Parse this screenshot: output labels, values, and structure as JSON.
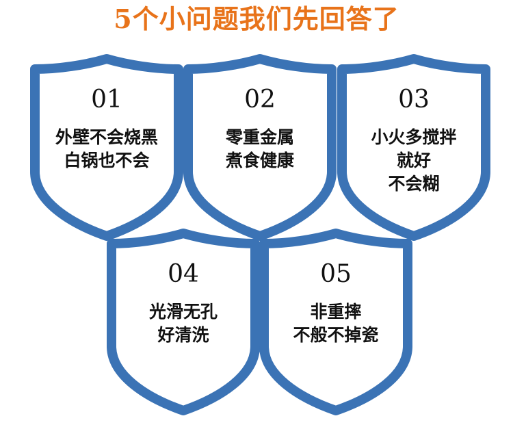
{
  "title": "5个小问题我们先回答了",
  "colors": {
    "title": "#e8731a",
    "shield_stroke": "#3b73b5",
    "shield_fill": "#ffffff",
    "text": "#111111"
  },
  "shields": [
    {
      "number": "01",
      "lines": [
        "外壁不会烧黑",
        "白锅也不会"
      ]
    },
    {
      "number": "02",
      "lines": [
        "零重金属",
        "煮食健康"
      ]
    },
    {
      "number": "03",
      "lines": [
        "小火多搅拌",
        "就好",
        "不会糊"
      ]
    },
    {
      "number": "04",
      "lines": [
        "光滑无孔",
        "好清洗"
      ]
    },
    {
      "number": "05",
      "lines": [
        "非重摔",
        "不般不掉瓷"
      ]
    }
  ]
}
